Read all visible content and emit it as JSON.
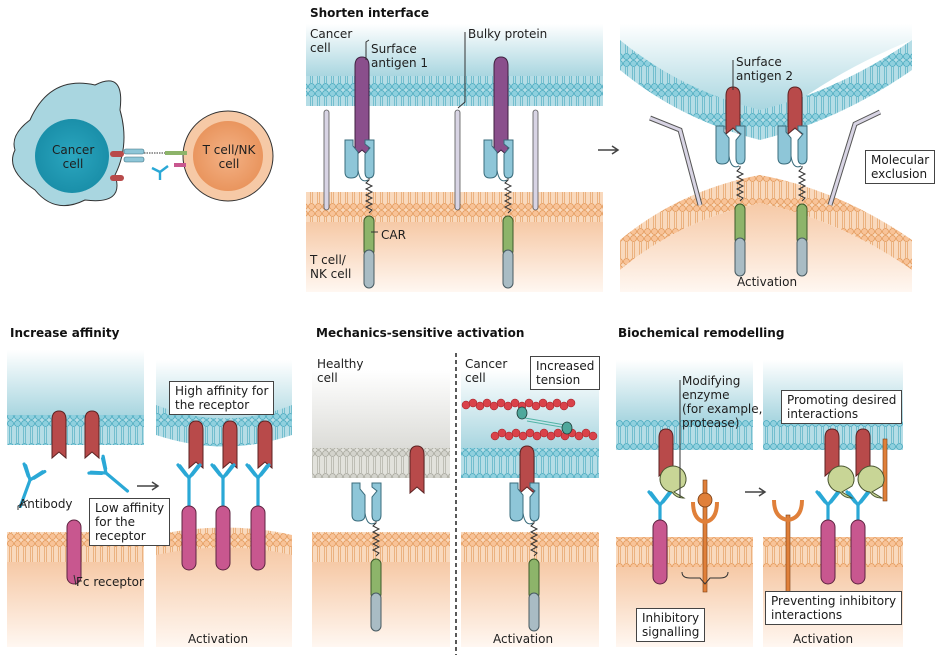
{
  "overview": {
    "cancer_cell_label": "Cancer\ncell",
    "effector_cell_label": "T cell/NK\ncell"
  },
  "panels": {
    "shorten_interface": {
      "title": "Shorten interface",
      "cancer_cell_label": "Cancer\ncell",
      "surface_antigen_1": "Surface\nantigen 1",
      "bulky_protein": "Bulky protein",
      "car_label": "CAR",
      "effector_cell_label": "T cell/\nNK cell",
      "surface_antigen_2": "Surface\nantigen 2",
      "molecular_exclusion": "Molecular\nexclusion",
      "outcome": "Activation"
    },
    "increase_affinity": {
      "title": "Increase affinity",
      "antibody": "Antibody",
      "low_affinity": "Low affinity\nfor the\nreceptor",
      "fc_receptor": "Fc receptor",
      "high_affinity": "High affinity for\nthe receptor",
      "outcome": "Activation"
    },
    "mechanics_sensitive": {
      "title": "Mechanics-sensitive activation",
      "healthy_cell": "Healthy\ncell",
      "cancer_cell": "Cancer\ncell",
      "increased_tension": "Increased\ntension",
      "outcome": "Activation"
    },
    "biochemical_remodelling": {
      "title": "Biochemical remodelling",
      "modifying_enzyme": "Modifying\nenzyme\n(for example,\nprotease)",
      "inhibitory_signalling": "Inhibitory\nsignalling",
      "promoting": "Promoting desired\ninteractions",
      "preventing": "Preventing inhibitory\ninteractions",
      "outcome": "Activation"
    }
  },
  "colors": {
    "cancer_membrane": "#5fb7c9",
    "tcell_membrane": "#f0a76b",
    "antigen_red": "#b84a4a",
    "antigen_purple": "#8a4f8c",
    "car_binder": "#8ec6d8",
    "car_green": "#8db46a",
    "car_grey": "#a9bcc4",
    "antibody_blue": "#2aa8d6",
    "fc_pink": "#c8578f",
    "enzyme_green": "#c8d596",
    "inhibitory_orange": "#e0803a",
    "actin_red": "#d9424a"
  }
}
